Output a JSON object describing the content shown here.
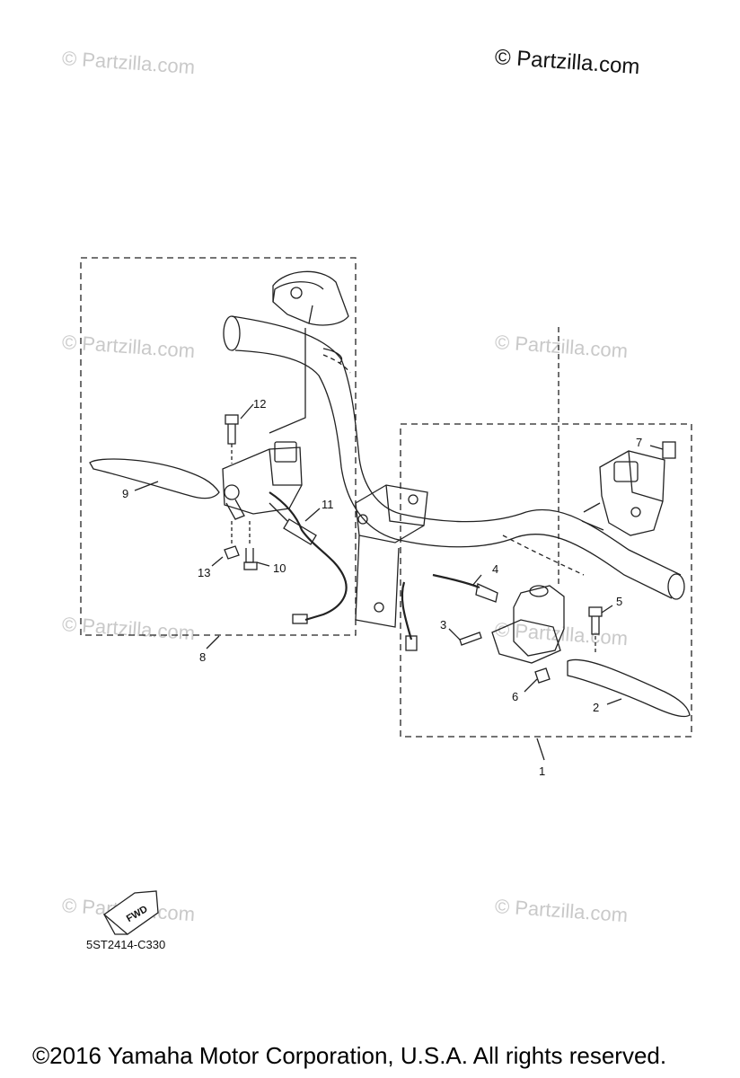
{
  "brand_watermark": "© Partzilla.com",
  "faded_watermark": "© Partzilla.com",
  "callouts": [
    "1",
    "2",
    "3",
    "4",
    "5",
    "6",
    "7",
    "8",
    "9",
    "10",
    "11",
    "12",
    "13"
  ],
  "fwd_label": "FWD",
  "diagram_code": "5ST2414-C330",
  "copyright": "©2016  Yamaha Motor Corporation, U.S.A. All rights reserved."
}
